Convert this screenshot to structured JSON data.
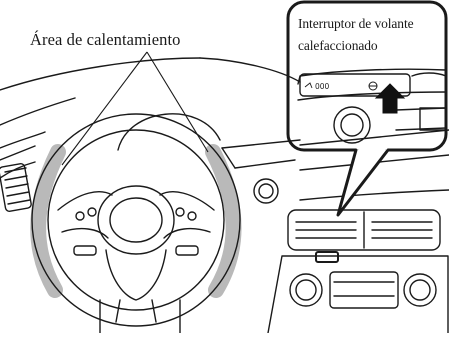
{
  "labels": {
    "heating_area": "Área de calentamiento",
    "switch_line1": "Interruptor de volante",
    "switch_line2": "calefaccionado"
  },
  "panel_text": "000",
  "colors": {
    "line": "#1a1a1a",
    "heated_zone": "#b9b9b9",
    "indicator_arrow": "#111111"
  },
  "icons": [
    "up-arrow-icon",
    "heated-steering-wheel-icon"
  ]
}
